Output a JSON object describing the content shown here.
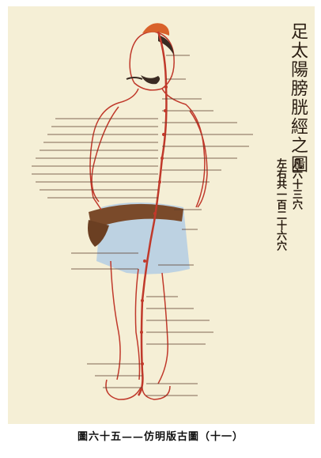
{
  "title": "足太陽膀胱經之圖",
  "point_count": "凡六十三穴",
  "total_count": "左右共一百二十六穴",
  "caption": "圖六十五——仿明版古圖（十一）",
  "colors": {
    "paper": "#f5efd6",
    "meridian_red": "#c0392b",
    "skin_outline": "#c0392b",
    "skirt_blue": "#aac8e6",
    "belt_brown": "#7a4a2a",
    "hair_orange": "#d9622b",
    "text": "#2a1d12"
  }
}
